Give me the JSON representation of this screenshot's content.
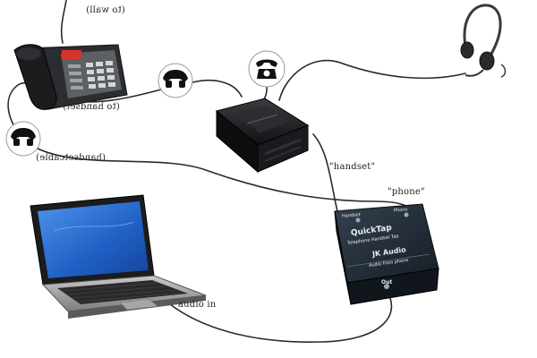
{
  "labels": {
    "to_wall": "(to wall)",
    "to_handset": "(to handset)",
    "handsetcable": "(handsetcable)",
    "handset": "\"handset\"",
    "phone": "\"phone\"",
    "audio_in": "audio in"
  },
  "interface_box": {
    "port_left": "Handset",
    "port_right": "Phone",
    "brand": "QuickTap",
    "subtitle": "Telephone Handset Tap",
    "maker": "JK Audio",
    "tagline": "Audio from phone",
    "out_port": "Out"
  },
  "colors": {
    "cable": "#2a2a2a",
    "device_dark": "#1d1f22",
    "box_body": "#1f2833",
    "laptop_screen": "#2e6fd1",
    "phone_display": "#d9342b"
  }
}
